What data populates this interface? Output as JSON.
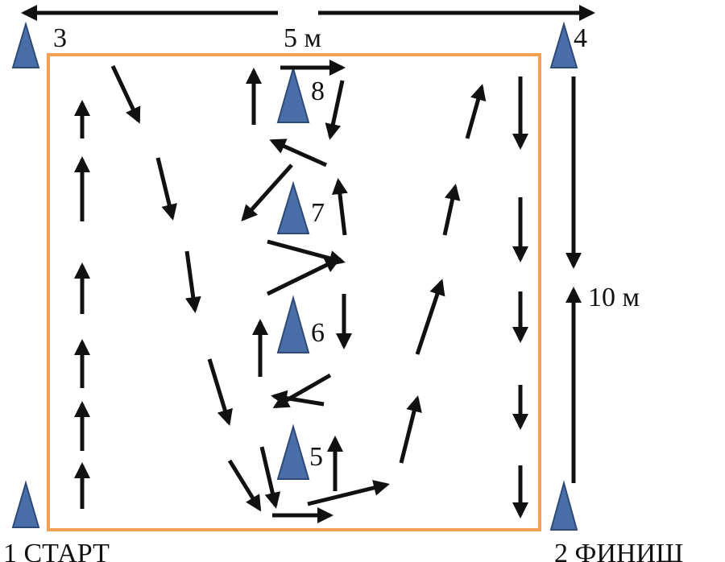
{
  "labels": {
    "cone1": "1 СТАРТ",
    "cone2": "2 ФИНИШ",
    "cone3": "3",
    "cone4": "4",
    "cone5": "5",
    "cone6": "6",
    "cone7": "7",
    "cone8": "8",
    "width": "5 м",
    "height": "10 м"
  },
  "colors": {
    "border": "#F0A050",
    "cone_fill": "#4A6FA8",
    "cone_stroke": "#2E4A78",
    "arrow": "#111111",
    "background": "#FFFFFF"
  },
  "icons": {
    "cone": "cone-icon",
    "arrow": "arrow-icon"
  }
}
